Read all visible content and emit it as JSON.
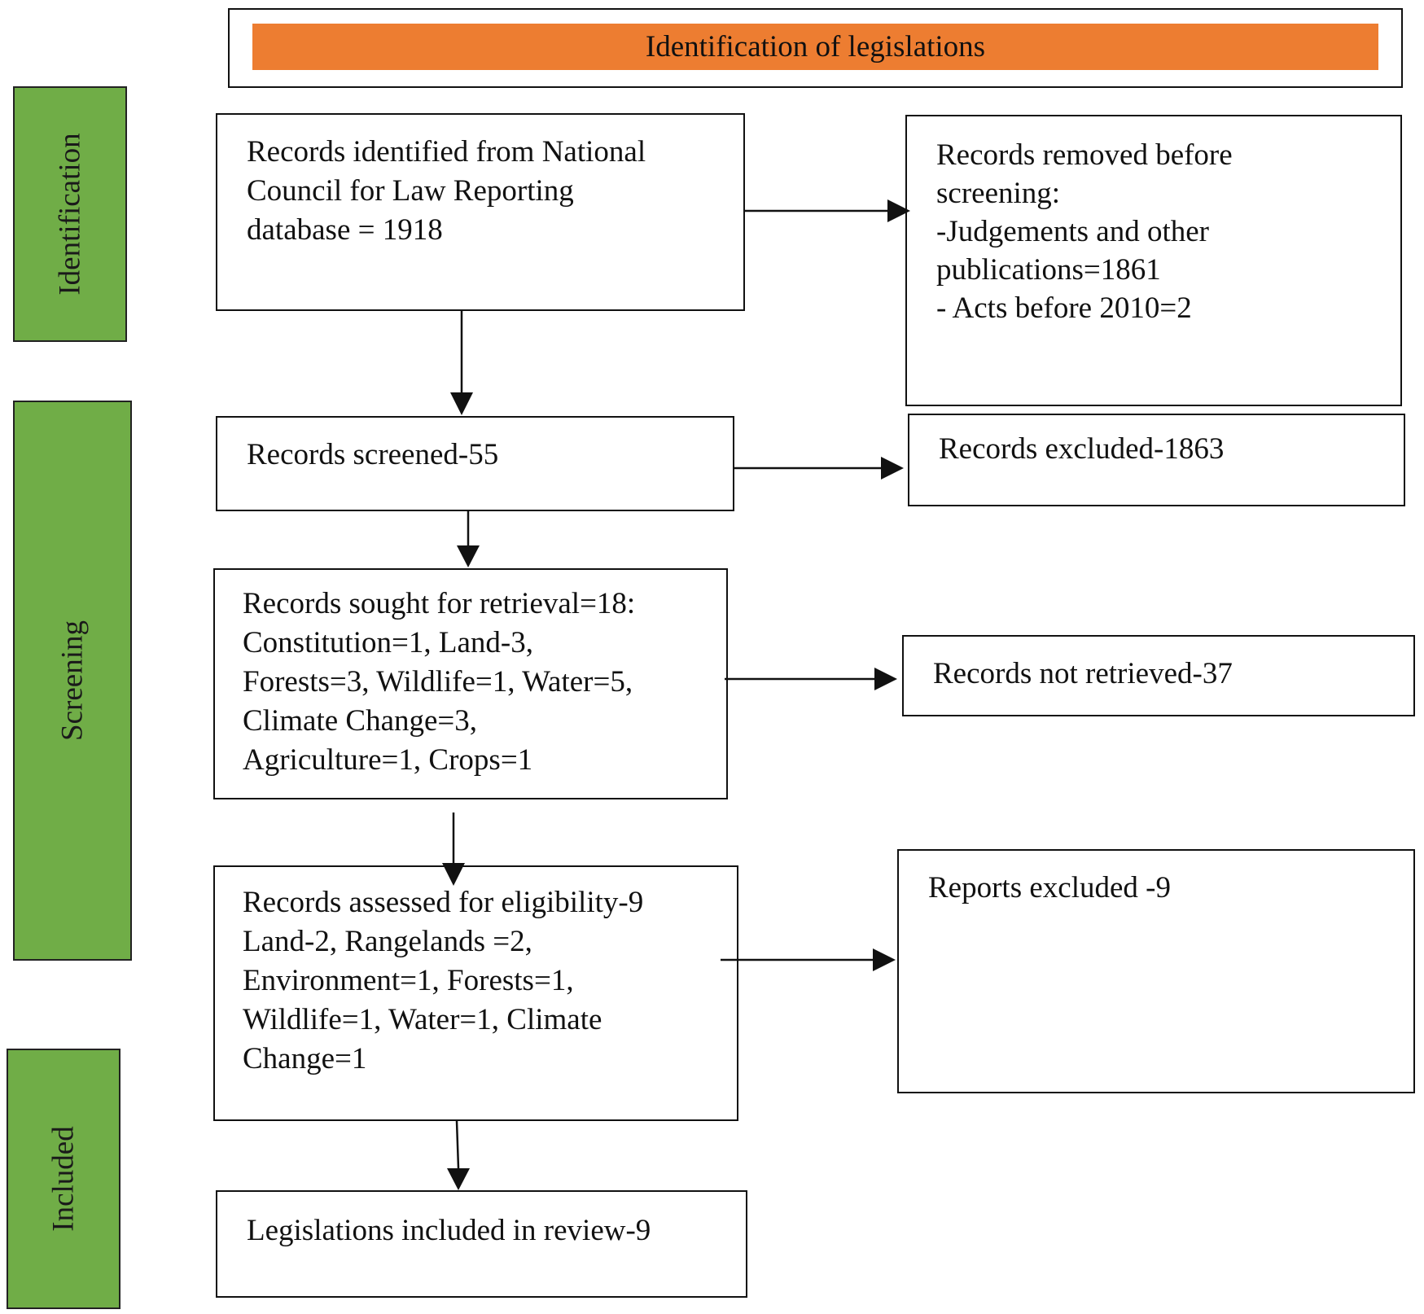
{
  "header": {
    "title": "Identification of legislations"
  },
  "stages": {
    "identification": "Identification",
    "screening": "Screening",
    "included": "Included"
  },
  "boxes": {
    "identified": "Records identified from National\nCouncil for Law Reporting\ndatabase = 1918",
    "removed": "Records removed before\nscreening:\n-Judgements and other\npublications=1861\n- Acts before 2010=2",
    "screened": "Records screened-55",
    "excluded": "Records excluded-1863",
    "sought": "Records sought for retrieval=18:\nConstitution=1, Land-3,\nForests=3, Wildlife=1,  Water=5,\nClimate Change=3,\nAgriculture=1,  Crops=1",
    "not_retrieved": "Records not retrieved-37",
    "assessed": "Records assessed for eligibility-9\nLand-2, Rangelands =2,\nEnvironment=1, Forests=1,\nWildlife=1,  Water=1, Climate\nChange=1",
    "reports_excluded": "Reports excluded -9",
    "included": "Legislations included in review-9"
  },
  "colors": {
    "header_bar": "#ed7d31",
    "stage_fill": "#70ad47",
    "box_border": "#111111"
  }
}
